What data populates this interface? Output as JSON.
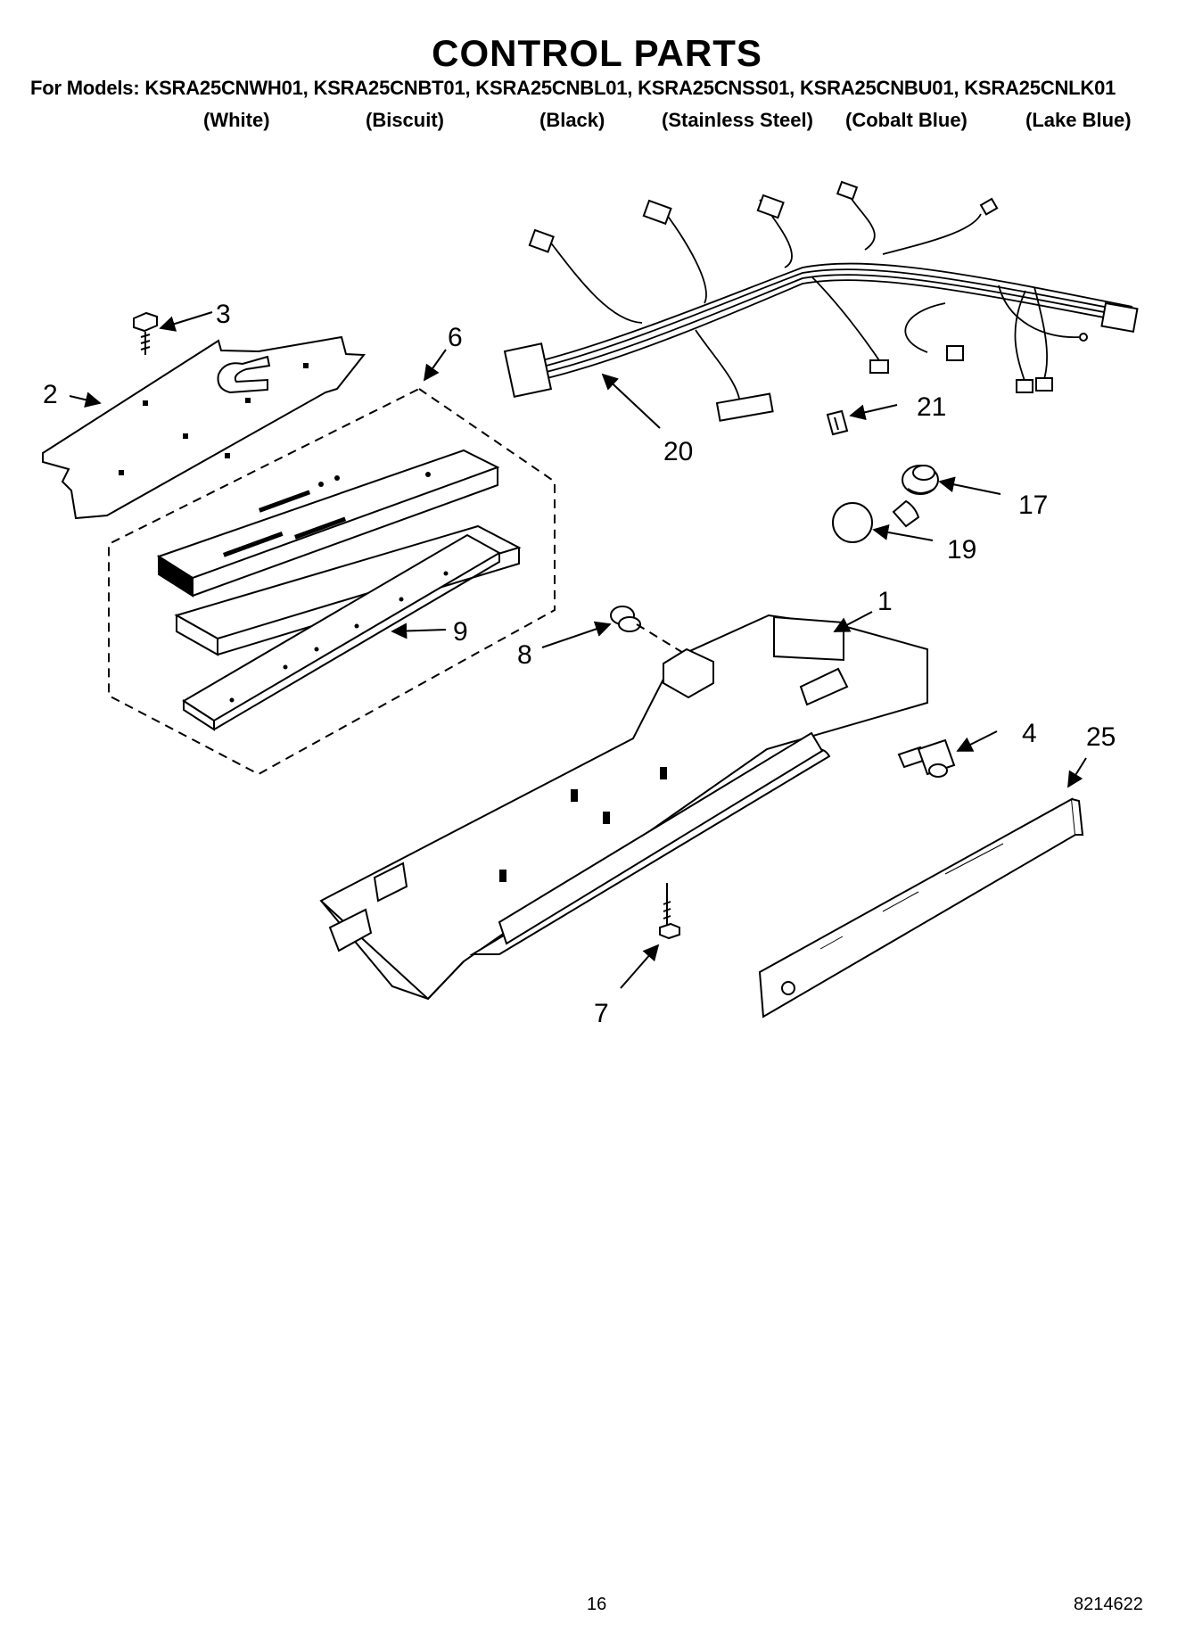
{
  "title": "CONTROL PARTS",
  "models_line": "For Models: KSRA25CNWH01, KSRA25CNBT01, KSRA25CNBL01, KSRA25CNSS01, KSRA25CNBU01, KSRA25CNLK01",
  "colors": [
    "(White)",
    "(Biscuit)",
    "(Black)",
    "(Stainless Steel)",
    "(Cobalt Blue)",
    "(Lake Blue)"
  ],
  "callouts": {
    "c1": "1",
    "c2": "2",
    "c3": "3",
    "c4": "4",
    "c6": "6",
    "c7": "7",
    "c8": "8",
    "c9": "9",
    "c17": "17",
    "c19": "19",
    "c20": "20",
    "c21": "21",
    "c25": "25"
  },
  "footer": {
    "page_number": "16",
    "doc_number": "8214622"
  }
}
